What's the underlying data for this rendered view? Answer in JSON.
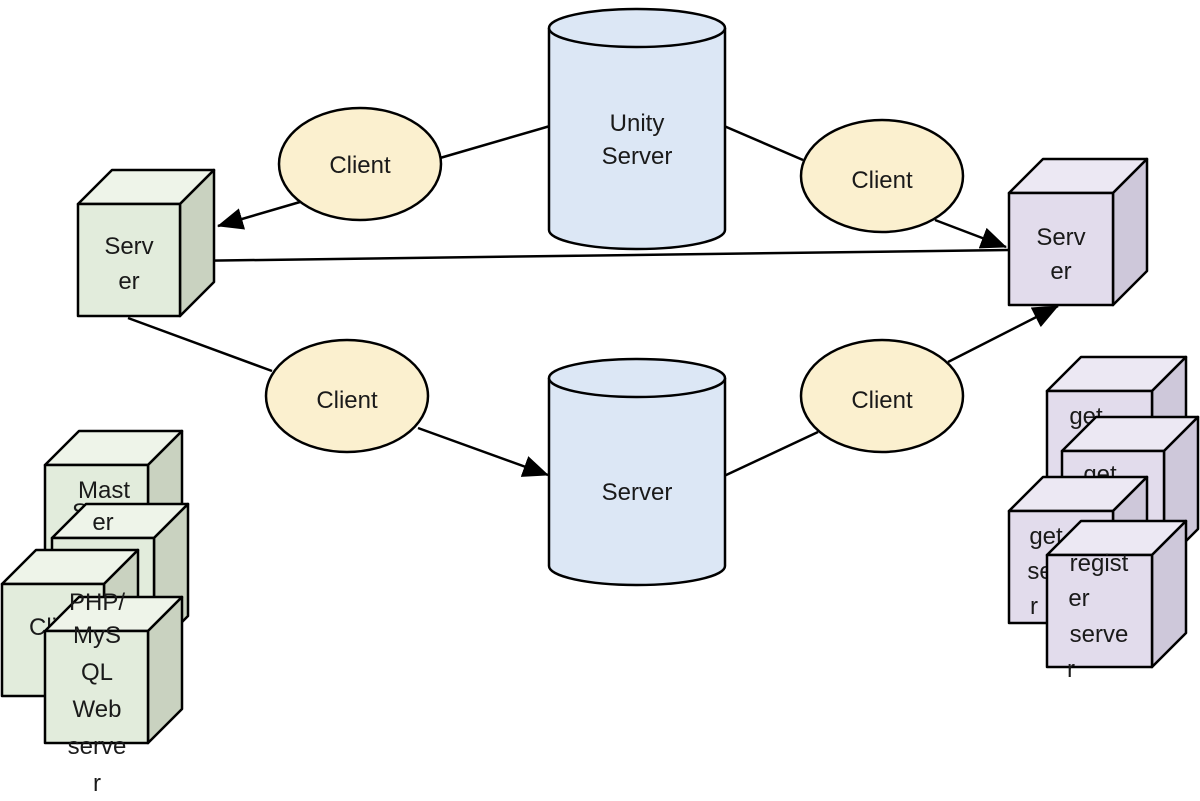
{
  "colors": {
    "client_fill": "#fbf0cf",
    "database_fill": "#dce7f5",
    "green_box_front": "#e2ecdc",
    "green_box_top": "#eef4e9",
    "green_box_side": "#c9d2c0",
    "purple_box_front": "#e2dcec",
    "purple_box_top": "#ece8f3",
    "purple_box_side": "#cec8da",
    "stroke": "#000000"
  },
  "databases": {
    "unity_server": [
      "Unity",
      "Server"
    ],
    "server": [
      "Server"
    ]
  },
  "clients": {
    "top_left": [
      "Client"
    ],
    "top_right": [
      "Client"
    ],
    "bottom_left": [
      "Client"
    ],
    "bottom_right": [
      "Client"
    ]
  },
  "servers": {
    "left": [
      "Serv",
      "er"
    ],
    "right": [
      "Serv",
      "er"
    ]
  },
  "left_stack": {
    "master_server": [
      "Mast",
      "S",
      "er"
    ],
    "client": [
      "Cli"
    ],
    "php_mysql": [
      "PHP/",
      "MyS",
      "QL",
      "Web",
      "serve",
      "r"
    ]
  },
  "right_stack": {
    "get_a": [
      "get"
    ],
    "get_b": [
      "get"
    ],
    "get_server": [
      "get",
      "se",
      "r"
    ],
    "register_server": [
      "regist",
      "er",
      "serve",
      "r"
    ]
  }
}
